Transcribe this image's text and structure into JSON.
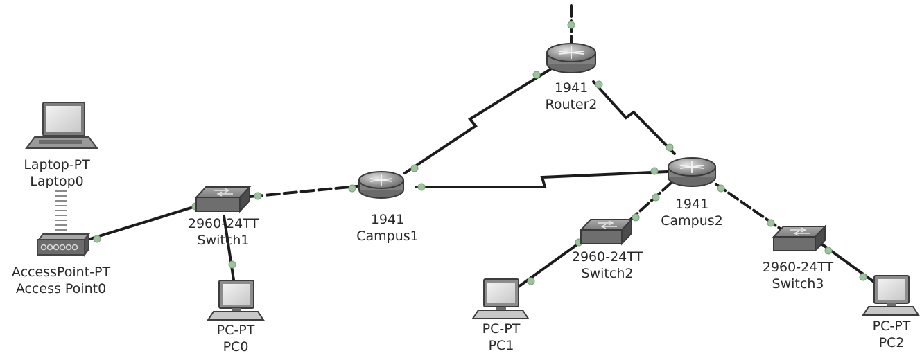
{
  "colors": {
    "link": "#1c1c1c",
    "port": "#9bc49b",
    "router_body": "#8f8f8f",
    "switch_body": "#6e6e6e",
    "pc_body": "#d6d6d6",
    "label_text": "#2a2a2a"
  },
  "devices": {
    "laptop0": {
      "icon": "laptop-icon",
      "model": "Laptop-PT",
      "name": "Laptop0"
    },
    "ap0": {
      "icon": "access-point-icon",
      "model": "AccessPoint-PT",
      "name": "Access Point0"
    },
    "switch1": {
      "icon": "switch-icon",
      "model": "2960-24TT",
      "name": "Switch1"
    },
    "pc0": {
      "icon": "pc-icon",
      "model": "PC-PT",
      "name": "PC0"
    },
    "campus1": {
      "icon": "router-icon",
      "model": "1941",
      "name": "Campus1"
    },
    "router2": {
      "icon": "router-icon",
      "model": "1941",
      "name": "Router2"
    },
    "campus2": {
      "icon": "router-icon",
      "model": "1941",
      "name": "Campus2"
    },
    "switch2": {
      "icon": "switch-icon",
      "model": "2960-24TT",
      "name": "Switch2"
    },
    "switch3": {
      "icon": "switch-icon",
      "model": "2960-24TT",
      "name": "Switch3"
    },
    "pc1": {
      "icon": "pc-icon",
      "model": "PC-PT",
      "name": "PC1"
    },
    "pc2": {
      "icon": "pc-icon",
      "model": "PC-PT",
      "name": "PC2"
    }
  },
  "links": [
    {
      "from": "laptop0",
      "to": "ap0",
      "type": "wireless"
    },
    {
      "from": "ap0",
      "to": "switch1",
      "type": "copper-straight"
    },
    {
      "from": "switch1",
      "to": "pc0",
      "type": "copper-straight"
    },
    {
      "from": "switch1",
      "to": "campus1",
      "type": "copper-cross"
    },
    {
      "from": "campus1",
      "to": "router2",
      "type": "serial"
    },
    {
      "from": "campus1",
      "to": "campus2",
      "type": "serial"
    },
    {
      "from": "router2",
      "to": "campus2",
      "type": "serial"
    },
    {
      "from": "router2",
      "to": "upstream",
      "type": "copper-straight"
    },
    {
      "from": "campus2",
      "to": "switch2",
      "type": "copper-cross"
    },
    {
      "from": "campus2",
      "to": "switch3",
      "type": "copper-cross"
    },
    {
      "from": "switch2",
      "to": "pc1",
      "type": "copper-straight"
    },
    {
      "from": "switch3",
      "to": "pc2",
      "type": "copper-straight"
    }
  ]
}
